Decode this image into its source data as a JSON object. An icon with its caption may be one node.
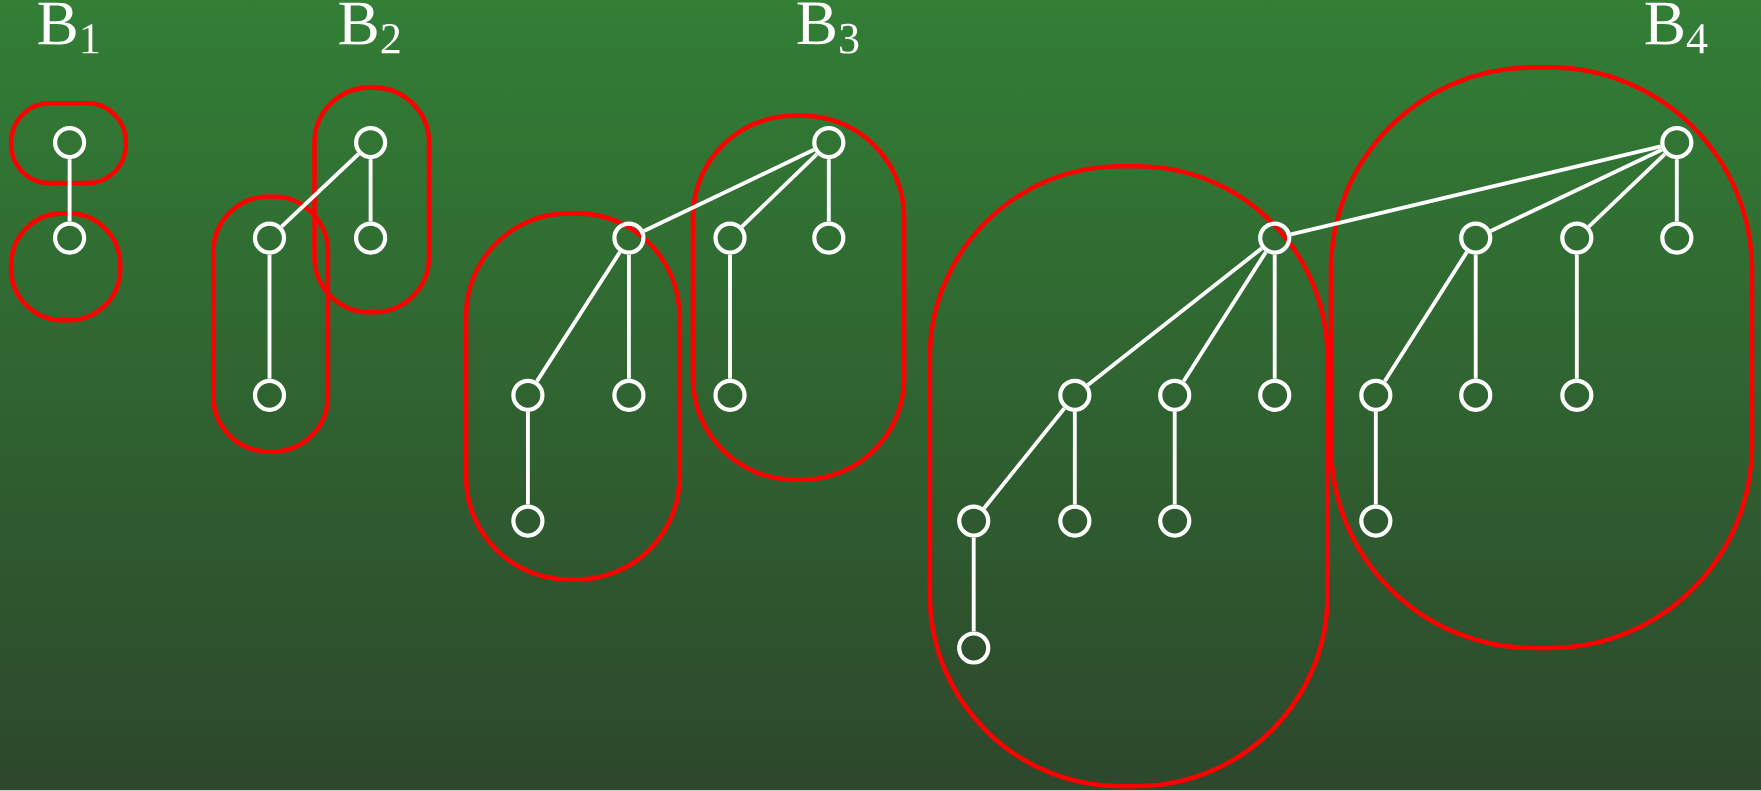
{
  "diagram": {
    "nodes": [
      {
        "text": [],
        "shape": "circle"
      },
      {
        "text": [],
        "shape": "circle"
      },
      {
        "text": [],
        "shape": "circle"
      },
      {
        "text": [],
        "shape": "circle"
      },
      {
        "text": [],
        "shape": "circle"
      },
      {
        "text": [],
        "shape": "circle"
      },
      {
        "text": [],
        "shape": "circle"
      },
      {
        "text": [],
        "shape": "circle"
      },
      {
        "text": [],
        "shape": "circle"
      },
      {
        "text": [],
        "shape": "circle"
      },
      {
        "text": [],
        "shape": "circle"
      },
      {
        "text": [],
        "shape": "circle"
      },
      {
        "text": [],
        "shape": "circle"
      },
      {
        "text": [],
        "shape": "circle"
      },
      {
        "text": [],
        "shape": "circle"
      },
      {
        "text": [],
        "shape": "circle"
      },
      {
        "text": [],
        "shape": "circle"
      },
      {
        "text": [],
        "shape": "circle"
      },
      {
        "text": [],
        "shape": "circle"
      },
      {
        "text": [],
        "shape": "circle"
      },
      {
        "text": [],
        "shape": "circle"
      },
      {
        "text": [],
        "shape": "circle"
      },
      {
        "text": [],
        "shape": "circle"
      },
      {
        "text": [],
        "shape": "circle"
      },
      {
        "text": [],
        "shape": "circle"
      },
      {
        "text": [],
        "shape": "circle"
      },
      {
        "text": [],
        "shape": "circle"
      },
      {
        "text": [],
        "shape": "circle"
      },
      {
        "text": [],
        "shape": "circle"
      },
      {
        "text": [],
        "shape": "circle"
      }
    ],
    "edges": [
      {
        "from": 0,
        "to": 1,
        "arrow": "none"
      },
      {
        "from": 2,
        "to": 3,
        "arrow": "none"
      },
      {
        "from": 2,
        "to": 4,
        "arrow": "none"
      },
      {
        "from": 3,
        "to": 5,
        "arrow": "none"
      },
      {
        "from": 6,
        "to": 7,
        "arrow": "none"
      },
      {
        "from": 6,
        "to": 8,
        "arrow": "none"
      },
      {
        "from": 6,
        "to": 9,
        "arrow": "none"
      },
      {
        "from": 7,
        "to": 10,
        "arrow": "none"
      },
      {
        "from": 7,
        "to": 11,
        "arrow": "none"
      },
      {
        "from": 8,
        "to": 12,
        "arrow": "none"
      },
      {
        "from": 10,
        "to": 13,
        "arrow": "none"
      },
      {
        "from": 14,
        "to": 15,
        "arrow": "none"
      },
      {
        "from": 14,
        "to": 16,
        "arrow": "none"
      },
      {
        "from": 14,
        "to": 17,
        "arrow": "none"
      },
      {
        "from": 14,
        "to": 18,
        "arrow": "none"
      },
      {
        "from": 15,
        "to": 19,
        "arrow": "none"
      },
      {
        "from": 15,
        "to": 20,
        "arrow": "none"
      },
      {
        "from": 15,
        "to": 21,
        "arrow": "none"
      },
      {
        "from": 16,
        "to": 22,
        "arrow": "none"
      },
      {
        "from": 16,
        "to": 23,
        "arrow": "none"
      },
      {
        "from": 17,
        "to": 24,
        "arrow": "none"
      },
      {
        "from": 19,
        "to": 25,
        "arrow": "none"
      },
      {
        "from": 19,
        "to": 26,
        "arrow": "none"
      },
      {
        "from": 20,
        "to": 27,
        "arrow": "none"
      },
      {
        "from": 22,
        "to": 28,
        "arrow": "none"
      },
      {
        "from": 25,
        "to": 29,
        "arrow": "none"
      }
    ],
    "labels": [
      "B$_{1}$",
      "B$_{2}$",
      "B$_{3}$",
      "B$_{4}$"
    ]
  }
}
